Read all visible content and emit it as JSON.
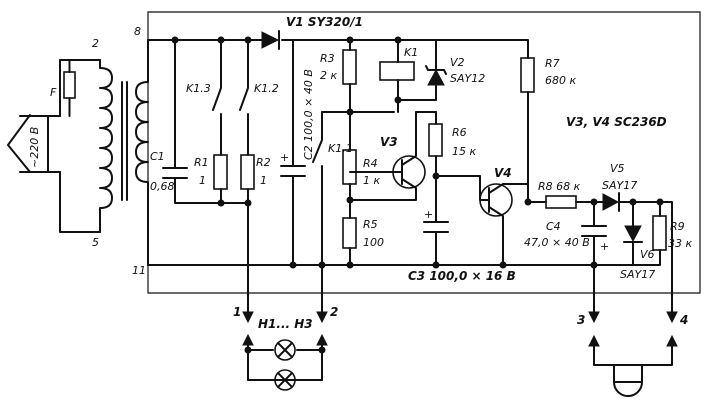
{
  "mains": {
    "voltage": "~220 В",
    "fuse": "F"
  },
  "transformer": {
    "pin_top_left": "2",
    "pin_bottom_left": "5",
    "pin_top_right": "8",
    "pin_bottom_right": "11"
  },
  "rectifier": {
    "diode": "V1 SY320/1"
  },
  "relay": {
    "coil": "K1",
    "zener": "V2",
    "zener_type": "SAY12",
    "contact_1": "K1.3",
    "contact_2": "K1.2",
    "contact_3": "K1.1"
  },
  "capacitors": {
    "c1": "C1",
    "c1_value": "0,68",
    "c2": "C2 100,0 × 40 В",
    "c3": "C3 100,0 × 16 В",
    "c4": "C4",
    "c4_value": "47,0 × 40 В"
  },
  "resistors": {
    "r1": "R1",
    "r1_value": "1",
    "r2": "R2",
    "r2_value": "1",
    "r3": "R3",
    "r3_value": "2 к",
    "r4": "R4",
    "r4_value": "1 к",
    "r5": "R5",
    "r5_value": "100",
    "r6": "R6",
    "r6_value": "15 к",
    "r7": "R7",
    "r7_value": "680 к",
    "r8": "R8 68 к",
    "r9": "R9",
    "r9_value": "33 к"
  },
  "transistors": {
    "v3": "V3",
    "v4": "V4",
    "type_note": "V3, V4  SC236D"
  },
  "diodes": {
    "v5": "V5",
    "v5_type": "SAY17",
    "v6": "V6",
    "v6_type": "SAY17"
  },
  "terminals": {
    "t1": "1",
    "t2": "2",
    "t3": "3",
    "t4": "4"
  },
  "lamps": {
    "label": "Н1... Н3"
  }
}
